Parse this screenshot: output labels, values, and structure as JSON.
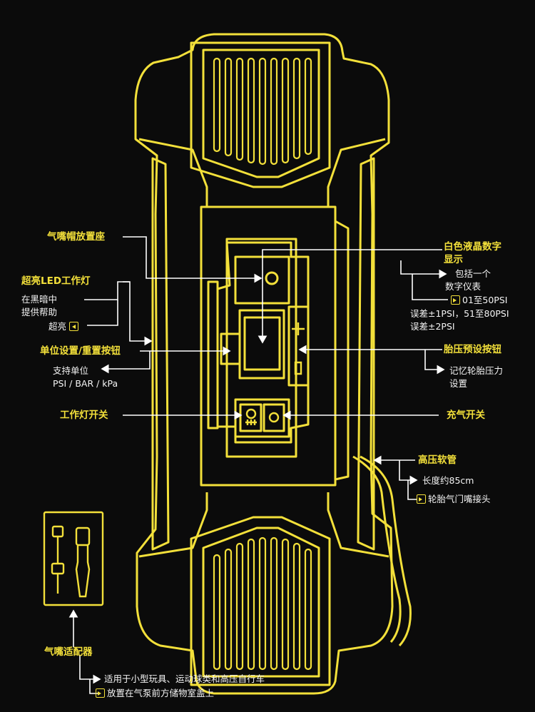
{
  "colors": {
    "accent": "#f3e03a",
    "background": "#0b0b0b",
    "text": "#f4f4f4",
    "line": "#ffffff"
  },
  "labels": {
    "nozzle_seat": "气嘴帽放置座",
    "led_title": "超亮LED工作灯",
    "led_desc_1": "在黑暗中",
    "led_desc_2": "提供帮助",
    "led_desc_3": "超亮",
    "unit_btn_title": "单位设置/重置按钮",
    "unit_btn_desc_1": "支持单位",
    "unit_btn_desc_2": "PSI / BAR / kPa",
    "lamp_switch": "工作灯开关",
    "lcd_title_1": "白色液晶数字",
    "lcd_title_2": "显示",
    "lcd_desc_1": "包括一个",
    "lcd_desc_2": "数字仪表",
    "lcd_desc_3": "01至50PSI",
    "lcd_desc_4": "误差±1PSI，51至80PSI",
    "lcd_desc_5": "误差±2PSI",
    "preset_title": "胎压预设按钮",
    "preset_desc_1": "记忆轮胎压力",
    "preset_desc_2": "设置",
    "inflate_switch": "充气开关",
    "hose_title": "高压软管",
    "hose_desc_1": "长度约85cm",
    "hose_desc_2": "轮胎气门嘴接头",
    "adapter_title": "气嘴适配器",
    "adapter_desc_1": "适用于小型玩具、运动球类和高压自行车",
    "adapter_desc_2": "放置在气泵前方储物室盖上"
  }
}
